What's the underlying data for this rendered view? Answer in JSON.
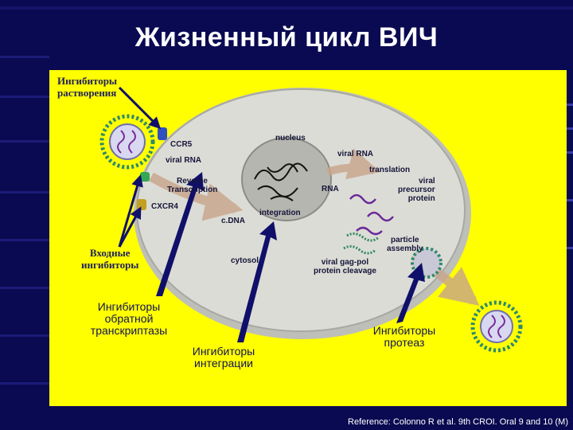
{
  "slide": {
    "title": "Жизненный цикл ВИЧ",
    "reference": "Reference: Colonno R et al. 9th CROI. Oral 9 and 10 (M)"
  },
  "annotations": {
    "fusion_inhibitors": [
      "Ингибиторы",
      "растворения"
    ],
    "entry_inhibitors": [
      "Входные",
      "ингибиторы"
    ],
    "rt_inhibitors": [
      "Ингибиторы",
      "обратной",
      "транскриптазы"
    ],
    "integrase_inhibitors": [
      "Ингибиторы",
      "интеграции"
    ],
    "protease_inhibitors": [
      "Ингибиторы",
      "протеаз"
    ]
  },
  "cell_labels": {
    "ccr5": "CCR5",
    "viral_rna": "viral RNA",
    "reverse_transcription": [
      "Reverse",
      "Transcription"
    ],
    "cxcr4": "CXCR4",
    "cdna": "c.DNA",
    "nucleus": "nucleus",
    "rna": "RNA",
    "integration": "integration",
    "viral_rna_right": "viral RNA",
    "translation": "translation",
    "viral_precursor_protein": [
      "viral",
      "precursor",
      "protein"
    ],
    "particle_assembly": [
      "particle",
      "assembly"
    ],
    "cytosol": "cytosol",
    "gag_pol_cleavage": [
      "viral gag-pol",
      "protein cleavage"
    ]
  },
  "colors": {
    "background": "#0a0a52",
    "panel": "#ffff00",
    "cell": "#dcdcd6",
    "nucleus": "#b6b6b0",
    "arrow": "#10106a",
    "virus": "#2e8a6a"
  }
}
